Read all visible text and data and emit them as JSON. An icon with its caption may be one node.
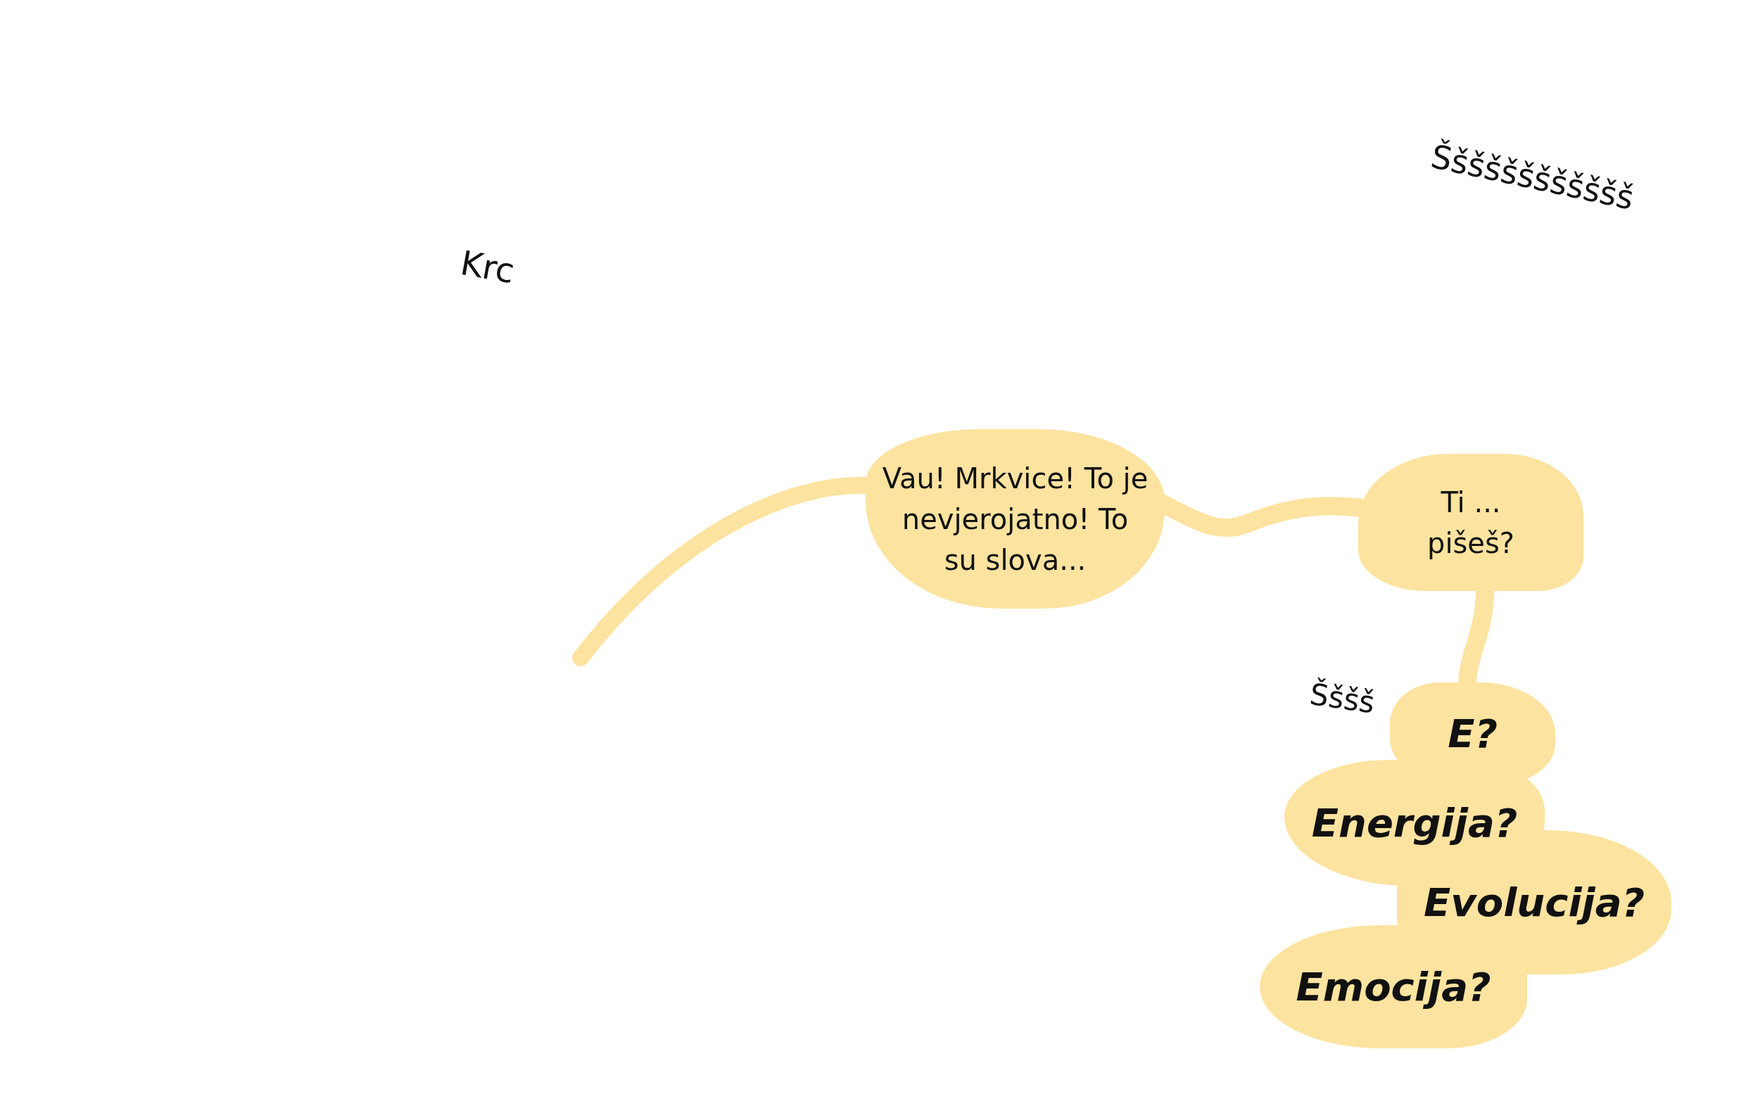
{
  "diagram": {
    "nodes": [
      {
        "text": [
          "Vau! Mrkvice! To je nevjerojatno! To su slova..."
        ]
      },
      {
        "text": [
          "Ti ... pišeš?"
        ]
      },
      {
        "text": [
          "E?"
        ]
      },
      {
        "text": [
          "Energija?"
        ]
      },
      {
        "text": [
          "Evolucija?"
        ]
      },
      {
        "text": [
          "Emocija?"
        ]
      }
    ],
    "edges": [
      {
        "from": 0,
        "to": null,
        "arrow": "none"
      },
      {
        "from": 0,
        "to": 1,
        "arrow": "none"
      },
      {
        "from": 1,
        "to": 2,
        "arrow": "none"
      }
    ],
    "labels": [
      "Krc",
      "Šššššššššššš",
      "Šššš"
    ]
  }
}
